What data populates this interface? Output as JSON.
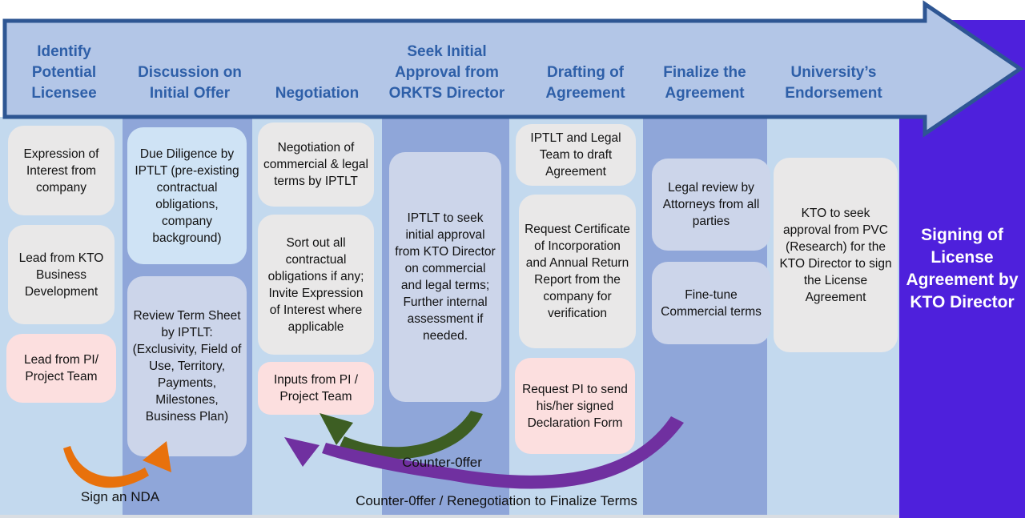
{
  "stages": [
    {
      "label": "Identify Potential Licensee"
    },
    {
      "label": "Discussion on Initial Offer"
    },
    {
      "label": "Negotiation"
    },
    {
      "label": "Seek Initial Approval from ORKTS Director"
    },
    {
      "label": "Drafting of Agreement"
    },
    {
      "label": "Finalize the Agreement"
    },
    {
      "label": "University’s Endorsement"
    }
  ],
  "columns": [
    {
      "boxes": [
        {
          "text": "Expression of Interest from company",
          "variant": "gray"
        },
        {
          "text": "Lead from KTO Business Development",
          "variant": "gray"
        },
        {
          "text": "Lead from PI/ Project Team",
          "variant": "pink"
        }
      ]
    },
    {
      "boxes": [
        {
          "text": "Due Diligence by IPTLT (pre-existing contractual obligations, company background)",
          "variant": "blue"
        },
        {
          "text": "Review Term Sheet by IPTLT: (Exclusivity, Field of Use, Territory, Payments, Milestones, Business Plan)",
          "variant": "lavender"
        }
      ]
    },
    {
      "boxes": [
        {
          "text": "Negotiation of commercial & legal terms by IPTLT",
          "variant": "gray"
        },
        {
          "text": "Sort out all contractual obligations if any; Invite Expression of Interest where applicable",
          "variant": "gray"
        },
        {
          "text": "Inputs from PI / Project Team",
          "variant": "pink"
        }
      ]
    },
    {
      "boxes": [
        {
          "text": "IPTLT to seek initial approval from KTO Director on commercial and legal terms; Further internal assessment if needed.",
          "variant": "lavender"
        }
      ]
    },
    {
      "boxes": [
        {
          "text": "IPTLT and Legal Team to draft Agreement",
          "variant": "gray"
        },
        {
          "text": "Request Certificate of Incorporation and Annual Return Report from the company for verification",
          "variant": "gray"
        },
        {
          "text": "Request PI to send his/her signed Declaration Form",
          "variant": "pink"
        }
      ]
    },
    {
      "boxes": [
        {
          "text": "Legal review by Attorneys from all parties",
          "variant": "lavender"
        },
        {
          "text": "Fine-tune Commercial terms",
          "variant": "lavender"
        }
      ]
    },
    {
      "boxes": [
        {
          "text": "KTO to seek approval from PVC (Research) for the KTO Director to sign the License Agreement",
          "variant": "gray"
        }
      ]
    }
  ],
  "final_step": {
    "label": "Signing of License Agreement by KTO Director"
  },
  "annotations": {
    "sign_nda": "Sign an NDA",
    "counter_offer": "Counter-0ffer",
    "renegotiate": "Counter-0ffer / Renegotiation to Finalize Terms"
  },
  "colors": {
    "banner_fill": "#b3c6e7",
    "banner_border": "#2e5693",
    "header_text": "#2e5fa8",
    "col_light": "#c3d9ee",
    "col_medium": "#8fa6d9",
    "box_gray": "#e9e8e8",
    "box_pink": "#fcdfdf",
    "box_lavender": "#ccd5ea",
    "box_blue": "#cfe3f5",
    "final_block": "#4e20dc",
    "final_text": "#ffffff",
    "arrow_orange": "#e8710c",
    "arrow_green": "#3d5e23",
    "arrow_purple": "#7030a0",
    "label_text": "#111111",
    "bottom_strip": "#d9dde2"
  }
}
